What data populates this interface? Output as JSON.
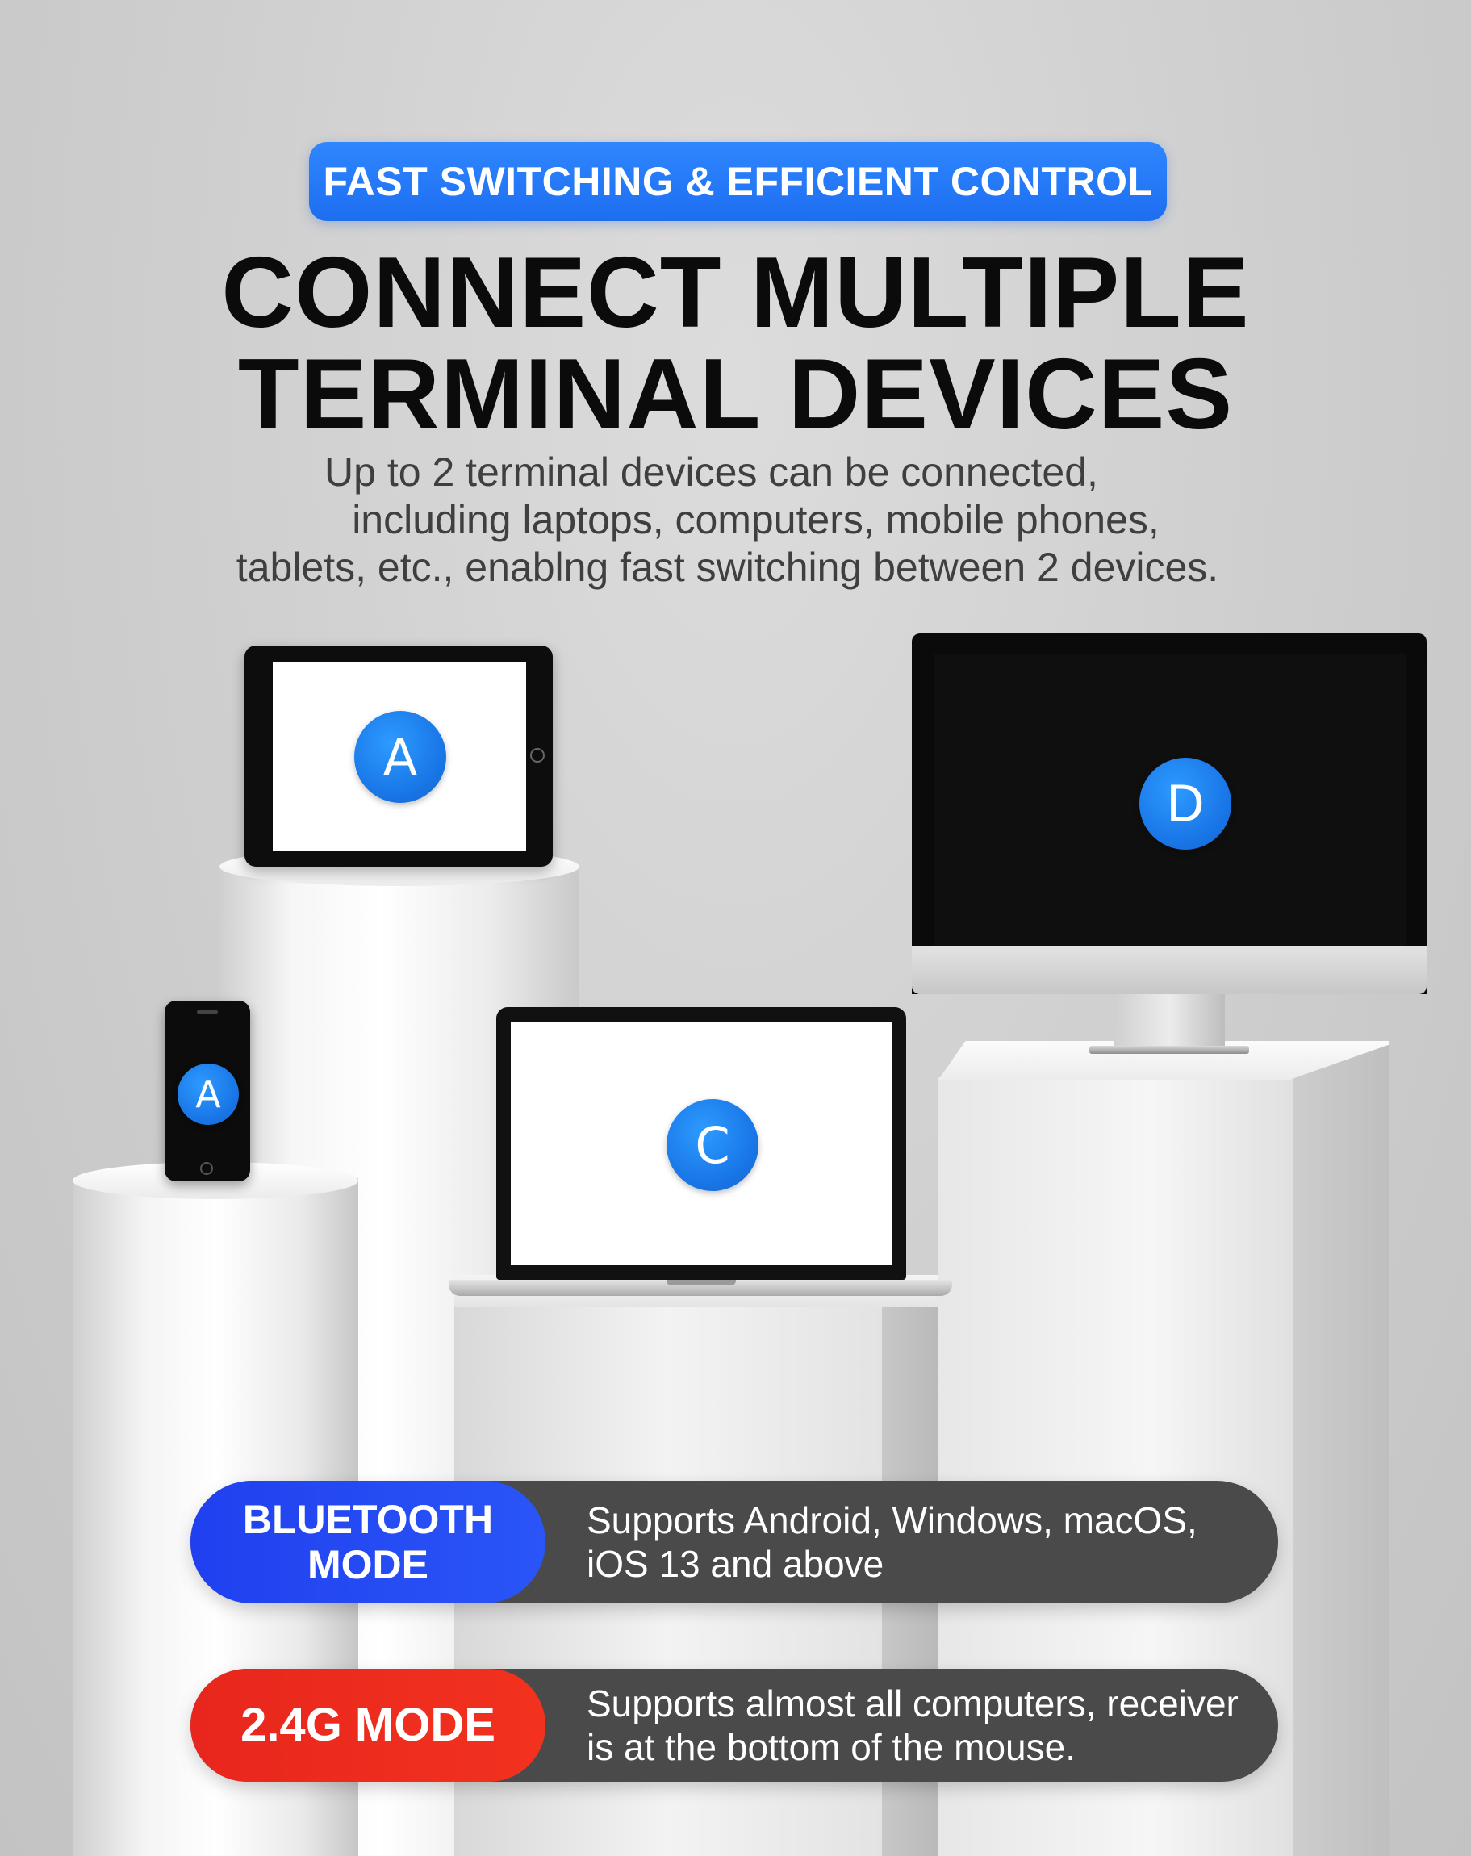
{
  "header": {
    "tag": "FAST SWITCHING & EFFICIENT CONTROL",
    "headline_line1": "CONNECT MULTIPLE",
    "headline_line2": "TERMINAL DEVICES",
    "sub_line1": "Up to 2 terminal devices can be connected,",
    "sub_line2": "including laptops, computers, mobile phones,",
    "sub_line3": "tablets, etc., enablng fast switching between 2 devices."
  },
  "devices": {
    "tablet_label": "A",
    "phone_label": "A",
    "laptop_label": "C",
    "monitor_label": "D"
  },
  "modes": {
    "bluetooth": {
      "label_line1": "BLUETOOTH",
      "label_line2": "MODE",
      "desc_line1": "Supports Android, Windows, macOS,",
      "desc_line2": "iOS 13 and above"
    },
    "g24": {
      "label": "2.4G MODE",
      "desc_line1": "Supports almost all computers, receiver",
      "desc_line2": "is at the bottom of the mouse."
    }
  },
  "colors": {
    "tag_blue": "#1d6ef0",
    "badge_blue": "#1a78e8",
    "bluetooth_blue": "#2040ef",
    "g24_red": "#e8261d",
    "bar_gray": "#4a4a4a"
  }
}
